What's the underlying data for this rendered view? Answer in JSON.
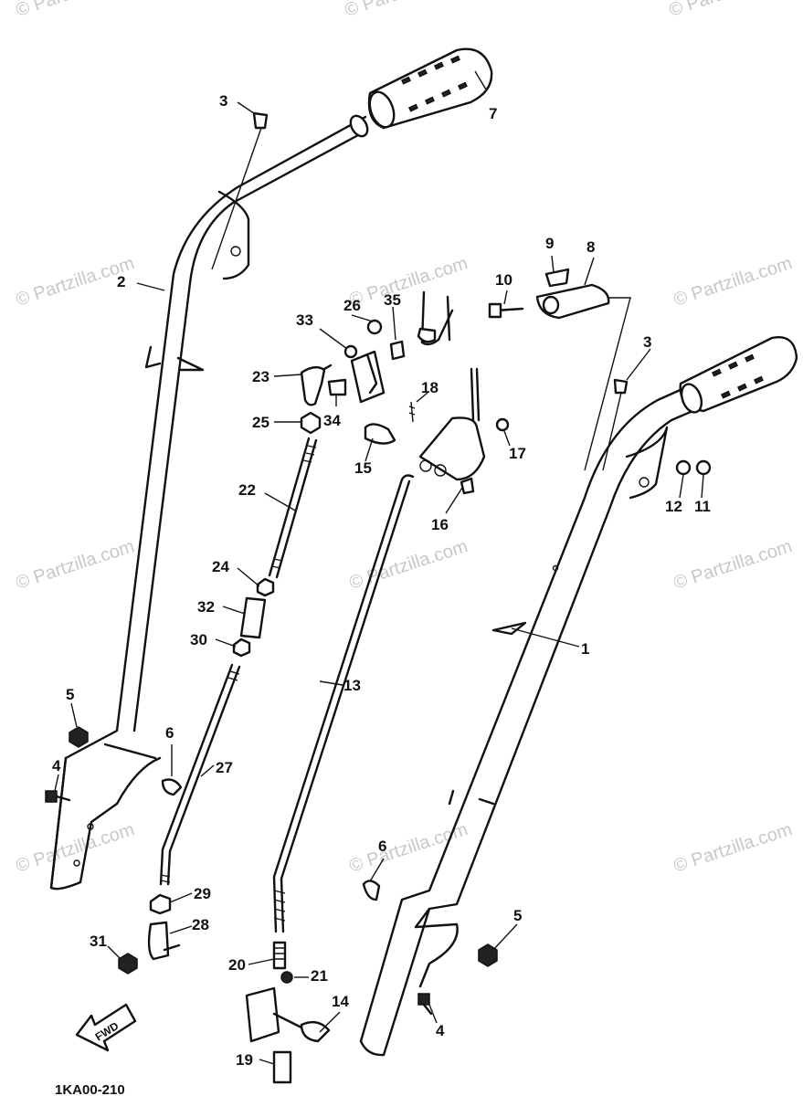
{
  "watermark": "© Partzilla.com",
  "fwd_label": "FWD",
  "figure_code": "1KA00-210",
  "callouts": {
    "c1": "1",
    "c2": "2",
    "c3a": "3",
    "c3b": "3",
    "c4a": "4",
    "c4b": "4",
    "c5a": "5",
    "c5b": "5",
    "c6a": "6",
    "c6b": "6",
    "c7": "7",
    "c8": "8",
    "c9": "9",
    "c10": "10",
    "c11": "11",
    "c12": "12",
    "c13": "13",
    "c14": "14",
    "c15": "15",
    "c16": "16",
    "c17": "17",
    "c18": "18",
    "c19": "19",
    "c20": "20",
    "c21": "21",
    "c22": "22",
    "c23": "23",
    "c24": "24",
    "c25": "25",
    "c26": "26",
    "c27": "27",
    "c28": "28",
    "c29": "29",
    "c30": "30",
    "c31": "31",
    "c32": "32",
    "c33": "33",
    "c34": "34",
    "c35": "35"
  }
}
